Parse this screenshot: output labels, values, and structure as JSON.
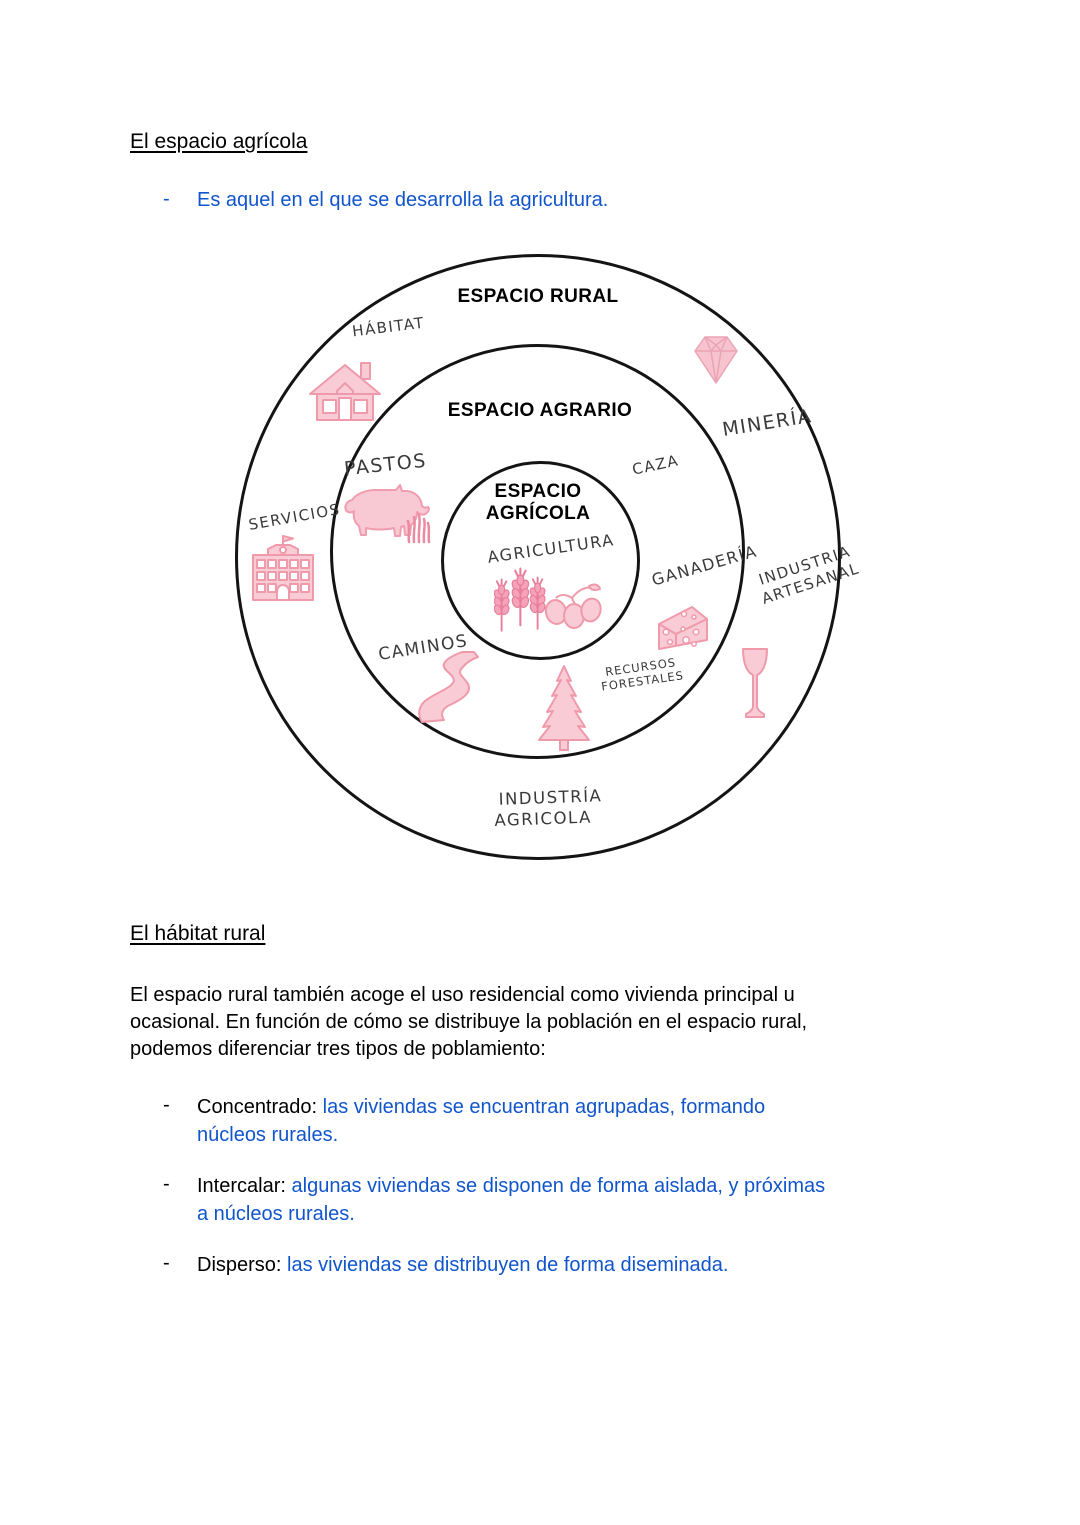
{
  "doc": {
    "heading1": "El espacio agrícola",
    "dash": "-",
    "intro_bullet": "Es aquel en el que se desarrolla la agricultura.",
    "heading2": "El hábitat rural",
    "paragraph_lines": [
      "El espacio rural también acoge el uso residencial como vivienda principal u",
      "ocasional. En función de cómo se distribuye la población en el espacio rural,",
      "podemos diferenciar tres tipos de poblamiento:"
    ],
    "bullets": [
      {
        "term": "Concentrado:",
        "line1": "las viviendas se encuentran agrupadas, formando",
        "line2": "núcleos rurales."
      },
      {
        "term": "Intercalar:",
        "line1": "algunas viviendas se disponen de forma aislada, y próximas",
        "line2": "a núcleos rurales."
      },
      {
        "term": "Disperso:",
        "line1": "las viviendas se distribuyen de forma diseminada.",
        "line2": ""
      }
    ]
  },
  "diagram": {
    "rings": {
      "outer_label": "ESPACIO RURAL",
      "middle_label": "ESPACIO AGRARIO",
      "inner_label_line1": "ESPACIO",
      "inner_label_line2": "AGRÍCOLA"
    },
    "labels": {
      "habitat": "HÁBITAT",
      "mineria": "MINERÍA",
      "servicios": "SERVICIOS",
      "pastos": "PASTOS",
      "caza": "CAZA",
      "agricultura": "AGRICULTURA",
      "ganaderia": "GANADERÍA",
      "industria_artesanal_line1": "INDUSTRIA",
      "industria_artesanal_line2": "ARTESANAL",
      "caminos": "CAMINOS",
      "recursos_forestales_line1": "RECURSOS",
      "recursos_forestales_line2": "FORESTALES",
      "industria_agricola_line1": "INDUSTRÍA",
      "industria_agricola_line2": "AGRICOLA"
    },
    "icons": [
      "house-icon",
      "diamond-icon",
      "school-building-icon",
      "cow-icon",
      "grass-icon",
      "wheat-icon",
      "olives-icon",
      "cheese-icon",
      "road-icon",
      "pine-tree-icon",
      "wine-glass-icon"
    ]
  },
  "colors": {
    "accent_blue": "#1155cc",
    "text_black": "#000000",
    "handwriting": "#3a3a3a",
    "ring_stroke": "#141414",
    "icon_fill": "#f9cbd4",
    "icon_stroke": "#ef9aab",
    "wheat_fill": "#f5a3ba",
    "wheat_stroke": "#e87e9b",
    "background": "#ffffff"
  }
}
